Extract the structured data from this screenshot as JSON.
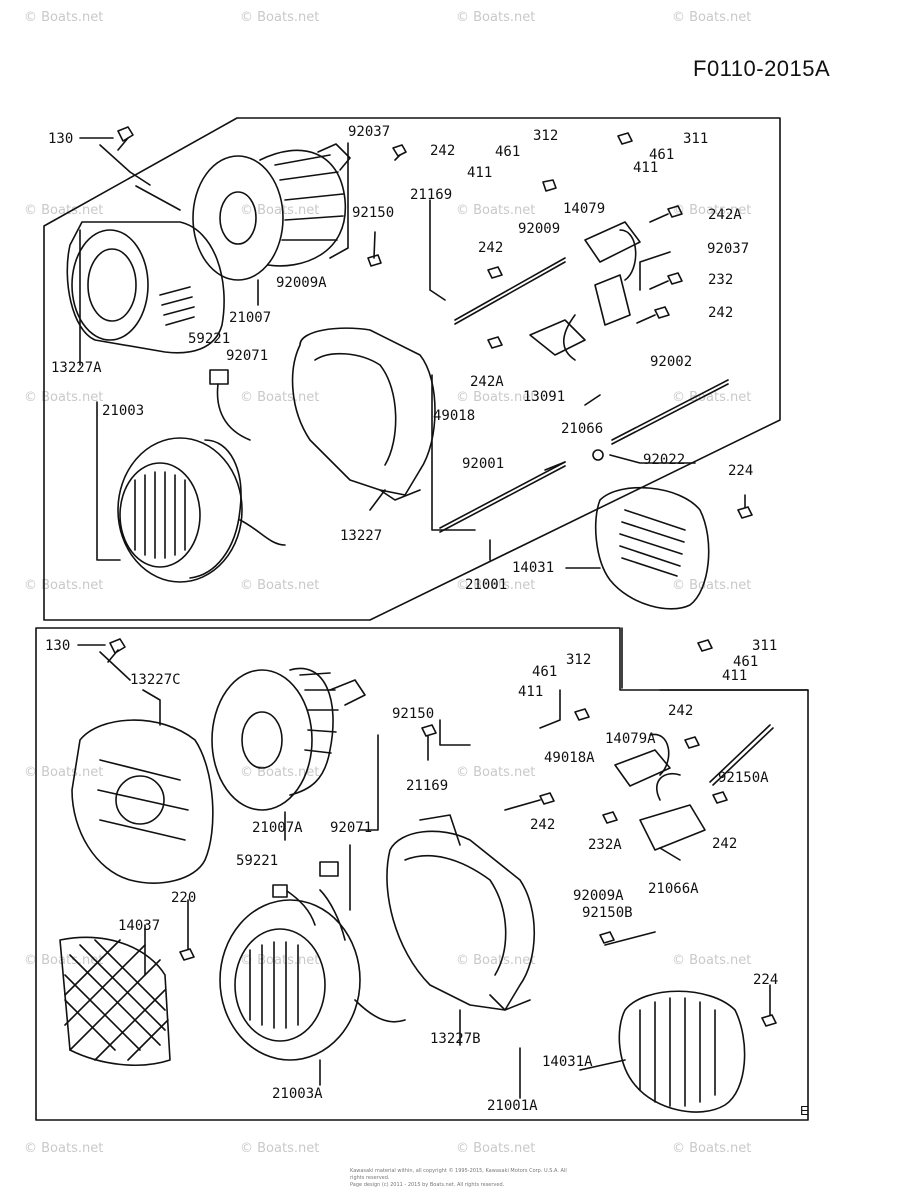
{
  "figure_id": "F0110-2015A",
  "watermark_text": "© Boats.net",
  "corner_letter": "E",
  "footer_line1": "Kawasaki material within, all copyright © 1995-2015, Kawasaki Motors Corp. U.S.A. All rights reserved.",
  "footer_line2": "Page design (c) 2011 - 2015 by Boats.net. All rights reserved.",
  "upper_assembly": {
    "labels": [
      "130",
      "92037",
      "242",
      "312",
      "311",
      "461",
      "411",
      "21169",
      "461",
      "411",
      "14079",
      "242A",
      "92150",
      "92009",
      "242",
      "92037",
      "232",
      "92009A",
      "21007",
      "242",
      "13227A",
      "59221",
      "92071",
      "242A",
      "13091",
      "92002",
      "21003",
      "49018",
      "21066",
      "92022",
      "92001",
      "224",
      "13227",
      "14031",
      "21001"
    ]
  },
  "lower_assembly": {
    "labels": [
      "130",
      "311",
      "461",
      "411",
      "312",
      "13227C",
      "461",
      "411",
      "92150",
      "242",
      "14079A",
      "49018A",
      "92150A",
      "21169",
      "242",
      "232A",
      "242",
      "21007A",
      "92071",
      "59221",
      "21066A",
      "220",
      "92009A",
      "14037",
      "92150B",
      "224",
      "13227B",
      "14031A",
      "21003A",
      "21001A"
    ]
  }
}
